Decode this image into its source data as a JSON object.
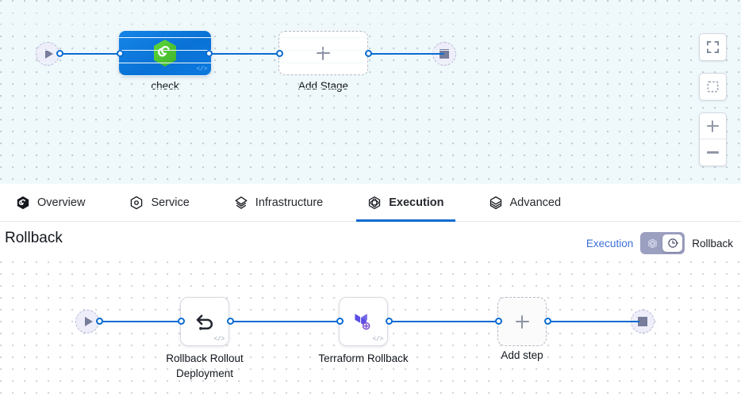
{
  "top_canvas": {
    "start_node": {
      "name": "pipeline-start",
      "icon": "play-icon"
    },
    "end_node": {
      "name": "pipeline-end",
      "icon": "stop-icon"
    },
    "stages": [
      {
        "label": "check",
        "icon": "harness-hexagon-icon",
        "badge": "</>",
        "type": "stage"
      },
      {
        "label": "Add Stage",
        "icon": "plus-icon",
        "type": "add"
      }
    ],
    "controls": [
      {
        "name": "fit-to-screen-button",
        "icon": "expand-icon"
      },
      {
        "name": "select-area-button",
        "icon": "dashed-square-icon"
      },
      {
        "name": "zoom-in-button",
        "icon": "plus-icon"
      },
      {
        "name": "zoom-out-button",
        "icon": "minus-icon"
      }
    ]
  },
  "tabs": [
    {
      "label": "Overview",
      "icon": "overview-hexagon-icon",
      "active": false
    },
    {
      "label": "Service",
      "icon": "service-hexagon-icon",
      "active": false
    },
    {
      "label": "Infrastructure",
      "icon": "infrastructure-layers-icon",
      "active": false
    },
    {
      "label": "Execution",
      "icon": "execution-icon",
      "active": true
    },
    {
      "label": "Advanced",
      "icon": "advanced-layers-icon",
      "active": false
    }
  ],
  "rollback_section": {
    "title": "Rollback",
    "toggle": {
      "left_label": "Execution",
      "right_label": "Rollback",
      "left_icon": "execution-icon",
      "right_icon": "rollback-clock-icon",
      "selected": "Rollback"
    },
    "start_node": {
      "name": "rollback-start",
      "icon": "play-icon"
    },
    "end_node": {
      "name": "rollback-end",
      "icon": "stop-icon"
    },
    "steps": [
      {
        "label": "Rollback Rollout Deployment",
        "icon": "rollback-arrow-icon",
        "badge": "</>",
        "type": "step"
      },
      {
        "label": "Terraform Rollback",
        "icon": "terraform-icon",
        "badge": "</>",
        "type": "step"
      },
      {
        "label": "Add step",
        "icon": "plus-icon",
        "type": "add"
      }
    ]
  },
  "colors": {
    "edge": "#0b6bd2",
    "stage_blue": "#0d7ade",
    "link_blue": "#3b6fd6",
    "terraform_purple": "#5c4ee5",
    "harness_green": "#4ec93b"
  }
}
